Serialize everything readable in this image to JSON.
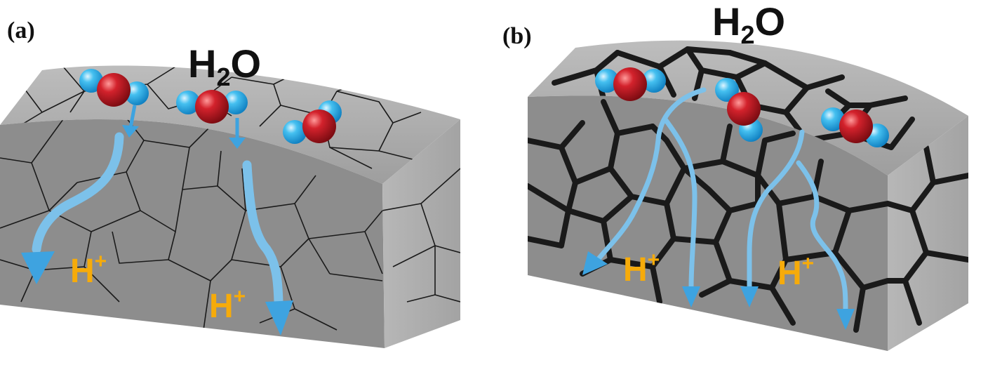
{
  "colors": {
    "face_top": "#a7a7a7",
    "face_front": "#8c8c8c",
    "face_side": "#b9b9b9",
    "grain_boundary": "#1a1a1a",
    "arrow": "#7cc1ea",
    "arrowhead": "#3ea3e0",
    "oxygen": "#c0151e",
    "hydrogen": "#34b4ea",
    "ion_label": "#f6ab0a"
  },
  "panels": [
    {
      "label": "(a)",
      "molecule_text": {
        "main": "H",
        "sub": "2",
        "tail": "O"
      },
      "ions": [
        {
          "main": "H",
          "sup": "+"
        },
        {
          "main": "H",
          "sup": "+"
        }
      ]
    },
    {
      "label": "(b)",
      "molecule_text": {
        "main": "H",
        "sub": "2",
        "tail": "O"
      },
      "ions": [
        {
          "main": "H",
          "sup": "+"
        },
        {
          "main": "H",
          "sup": "+"
        }
      ]
    }
  ]
}
